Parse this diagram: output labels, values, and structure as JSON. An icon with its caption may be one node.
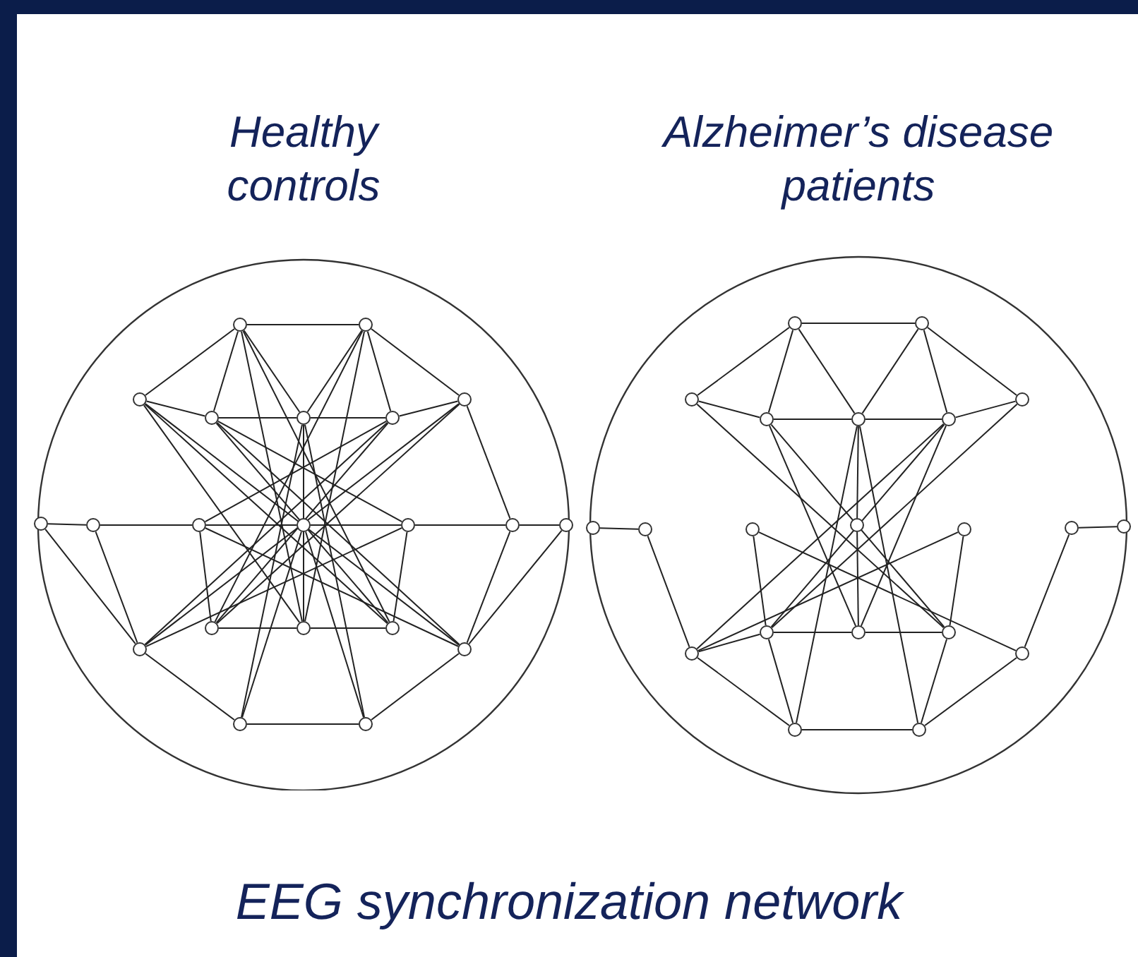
{
  "diagram": {
    "caption": "EEG synchronization network",
    "nodes": [
      {
        "text": [
          "Healthy controls"
        ]
      },
      {
        "text": [],
        "shape": "circle",
        "in": 0
      },
      {
        "text": [],
        "shape": "circle",
        "in": 0
      },
      {
        "text": [],
        "shape": "circle",
        "in": 0
      },
      {
        "text": [],
        "shape": "circle",
        "in": 0
      },
      {
        "text": [],
        "shape": "circle",
        "in": 0
      },
      {
        "text": [],
        "shape": "circle",
        "in": 0
      },
      {
        "text": [],
        "shape": "circle",
        "in": 0
      },
      {
        "text": [],
        "shape": "circle",
        "in": 0
      },
      {
        "text": [],
        "shape": "circle",
        "in": 0
      },
      {
        "text": [],
        "shape": "circle",
        "in": 0
      },
      {
        "text": [],
        "shape": "circle",
        "in": 0
      },
      {
        "text": [],
        "shape": "circle",
        "in": 0
      },
      {
        "text": [],
        "shape": "circle",
        "in": 0
      },
      {
        "text": [],
        "shape": "circle",
        "in": 0
      },
      {
        "text": [],
        "shape": "circle",
        "in": 0
      },
      {
        "text": [],
        "shape": "circle",
        "in": 0
      },
      {
        "text": [],
        "shape": "circle",
        "in": 0
      },
      {
        "text": [],
        "shape": "circle",
        "in": 0
      },
      {
        "text": [],
        "shape": "circle",
        "in": 0
      },
      {
        "text": [],
        "shape": "circle",
        "in": 0
      },
      {
        "text": [],
        "shape": "circle",
        "in": 0
      },
      {
        "text": [
          "Alzheimer’s disease patients"
        ]
      },
      {
        "text": [],
        "shape": "circle",
        "in": 22
      },
      {
        "text": [],
        "shape": "circle",
        "in": 22
      },
      {
        "text": [],
        "shape": "circle",
        "in": 22
      },
      {
        "text": [],
        "shape": "circle",
        "in": 22
      },
      {
        "text": [],
        "shape": "circle",
        "in": 22
      },
      {
        "text": [],
        "shape": "circle",
        "in": 22
      },
      {
        "text": [],
        "shape": "circle",
        "in": 22
      },
      {
        "text": [],
        "shape": "circle",
        "in": 22
      },
      {
        "text": [],
        "shape": "circle",
        "in": 22
      },
      {
        "text": [],
        "shape": "circle",
        "in": 22
      },
      {
        "text": [],
        "shape": "circle",
        "in": 22
      },
      {
        "text": [],
        "shape": "circle",
        "in": 22
      },
      {
        "text": [],
        "shape": "circle",
        "in": 22
      },
      {
        "text": [],
        "shape": "circle",
        "in": 22
      },
      {
        "text": [],
        "shape": "circle",
        "in": 22
      },
      {
        "text": [],
        "shape": "circle",
        "in": 22
      },
      {
        "text": [],
        "shape": "circle",
        "in": 22
      },
      {
        "text": [],
        "shape": "circle",
        "in": 22
      },
      {
        "text": [],
        "shape": "circle",
        "in": 22
      },
      {
        "text": [],
        "shape": "circle",
        "in": 22
      },
      {
        "text": [],
        "shape": "circle",
        "in": 22
      }
    ],
    "edges": [
      {
        "from": 1,
        "to": 2,
        "arrow": "none"
      },
      {
        "from": 1,
        "to": 3,
        "arrow": "none"
      },
      {
        "from": 2,
        "to": 7,
        "arrow": "none"
      },
      {
        "from": 3,
        "to": 4,
        "arrow": "none"
      },
      {
        "from": 4,
        "to": 5,
        "arrow": "none"
      },
      {
        "from": 5,
        "to": 6,
        "arrow": "none"
      },
      {
        "from": 6,
        "to": 7,
        "arrow": "none"
      },
      {
        "from": 1,
        "to": 4,
        "arrow": "none"
      },
      {
        "from": 1,
        "to": 5,
        "arrow": "none"
      },
      {
        "from": 1,
        "to": 17,
        "arrow": "none"
      },
      {
        "from": 1,
        "to": 18,
        "arrow": "none"
      },
      {
        "from": 2,
        "to": 5,
        "arrow": "none"
      },
      {
        "from": 2,
        "to": 6,
        "arrow": "none"
      },
      {
        "from": 2,
        "to": 16,
        "arrow": "none"
      },
      {
        "from": 2,
        "to": 17,
        "arrow": "none"
      },
      {
        "from": 7,
        "to": 13,
        "arrow": "none"
      },
      {
        "from": 3,
        "to": 17,
        "arrow": "none"
      },
      {
        "from": 3,
        "to": 18,
        "arrow": "none"
      },
      {
        "from": 3,
        "to": 19,
        "arrow": "none"
      },
      {
        "from": 7,
        "to": 16,
        "arrow": "none"
      },
      {
        "from": 7,
        "to": 15,
        "arrow": "none"
      },
      {
        "from": 8,
        "to": 9,
        "arrow": "none"
      },
      {
        "from": 9,
        "to": 10,
        "arrow": "none"
      },
      {
        "from": 10,
        "to": 11,
        "arrow": "none"
      },
      {
        "from": 11,
        "to": 12,
        "arrow": "none"
      },
      {
        "from": 12,
        "to": 13,
        "arrow": "none"
      },
      {
        "from": 13,
        "to": 14,
        "arrow": "none"
      },
      {
        "from": 8,
        "to": 15,
        "arrow": "none"
      },
      {
        "from": 9,
        "to": 15,
        "arrow": "none"
      },
      {
        "from": 13,
        "to": 19,
        "arrow": "none"
      },
      {
        "from": 14,
        "to": 19,
        "arrow": "none"
      },
      {
        "from": 10,
        "to": 16,
        "arrow": "none"
      },
      {
        "from": 12,
        "to": 18,
        "arrow": "none"
      },
      {
        "from": 16,
        "to": 17,
        "arrow": "none"
      },
      {
        "from": 17,
        "to": 18,
        "arrow": "none"
      },
      {
        "from": 15,
        "to": 20,
        "arrow": "none"
      },
      {
        "from": 20,
        "to": 21,
        "arrow": "none"
      },
      {
        "from": 21,
        "to": 19,
        "arrow": "none"
      },
      {
        "from": 20,
        "to": 11,
        "arrow": "none"
      },
      {
        "from": 21,
        "to": 11,
        "arrow": "none"
      },
      {
        "from": 15,
        "to": 12,
        "arrow": "none"
      },
      {
        "from": 15,
        "to": 6,
        "arrow": "none"
      },
      {
        "from": 19,
        "to": 4,
        "arrow": "none"
      },
      {
        "from": 19,
        "to": 10,
        "arrow": "none"
      },
      {
        "from": 5,
        "to": 17,
        "arrow": "none"
      },
      {
        "from": 5,
        "to": 20,
        "arrow": "none"
      },
      {
        "from": 5,
        "to": 21,
        "arrow": "none"
      },
      {
        "from": 10,
        "to": 6,
        "arrow": "none"
      },
      {
        "from": 12,
        "to": 4,
        "arrow": "none"
      },
      {
        "from": 16,
        "to": 6,
        "arrow": "none"
      },
      {
        "from": 18,
        "to": 4,
        "arrow": "none"
      },
      {
        "from": 23,
        "to": 24,
        "arrow": "none"
      },
      {
        "from": 23,
        "to": 25,
        "arrow": "none"
      },
      {
        "from": 23,
        "to": 26,
        "arrow": "none"
      },
      {
        "from": 23,
        "to": 27,
        "arrow": "none"
      },
      {
        "from": 24,
        "to": 27,
        "arrow": "none"
      },
      {
        "from": 24,
        "to": 28,
        "arrow": "none"
      },
      {
        "from": 24,
        "to": 29,
        "arrow": "none"
      },
      {
        "from": 25,
        "to": 26,
        "arrow": "none"
      },
      {
        "from": 26,
        "to": 27,
        "arrow": "none"
      },
      {
        "from": 27,
        "to": 28,
        "arrow": "none"
      },
      {
        "from": 28,
        "to": 29,
        "arrow": "none"
      },
      {
        "from": 25,
        "to": 40,
        "arrow": "none"
      },
      {
        "from": 29,
        "to": 38,
        "arrow": "none"
      },
      {
        "from": 26,
        "to": 39,
        "arrow": "none"
      },
      {
        "from": 26,
        "to": 40,
        "arrow": "none"
      },
      {
        "from": 28,
        "to": 38,
        "arrow": "none"
      },
      {
        "from": 28,
        "to": 39,
        "arrow": "none"
      },
      {
        "from": 27,
        "to": 33,
        "arrow": "none"
      },
      {
        "from": 27,
        "to": 42,
        "arrow": "none"
      },
      {
        "from": 27,
        "to": 43,
        "arrow": "none"
      },
      {
        "from": 33,
        "to": 39,
        "arrow": "none"
      },
      {
        "from": 32,
        "to": 41,
        "arrow": "none"
      },
      {
        "from": 34,
        "to": 37,
        "arrow": "none"
      },
      {
        "from": 32,
        "to": 38,
        "arrow": "none"
      },
      {
        "from": 34,
        "to": 40,
        "arrow": "none"
      },
      {
        "from": 31,
        "to": 37,
        "arrow": "none"
      },
      {
        "from": 30,
        "to": 31,
        "arrow": "none"
      },
      {
        "from": 35,
        "to": 36,
        "arrow": "none"
      },
      {
        "from": 35,
        "to": 41,
        "arrow": "none"
      },
      {
        "from": 37,
        "to": 38,
        "arrow": "none"
      },
      {
        "from": 38,
        "to": 39,
        "arrow": "none"
      },
      {
        "from": 39,
        "to": 40,
        "arrow": "none"
      },
      {
        "from": 37,
        "to": 42,
        "arrow": "none"
      },
      {
        "from": 42,
        "to": 43,
        "arrow": "none"
      },
      {
        "from": 43,
        "to": 41,
        "arrow": "none"
      },
      {
        "from": 38,
        "to": 42,
        "arrow": "none"
      },
      {
        "from": 40,
        "to": 43,
        "arrow": "none"
      },
      {
        "from": 37,
        "to": 28,
        "arrow": "none"
      }
    ]
  }
}
